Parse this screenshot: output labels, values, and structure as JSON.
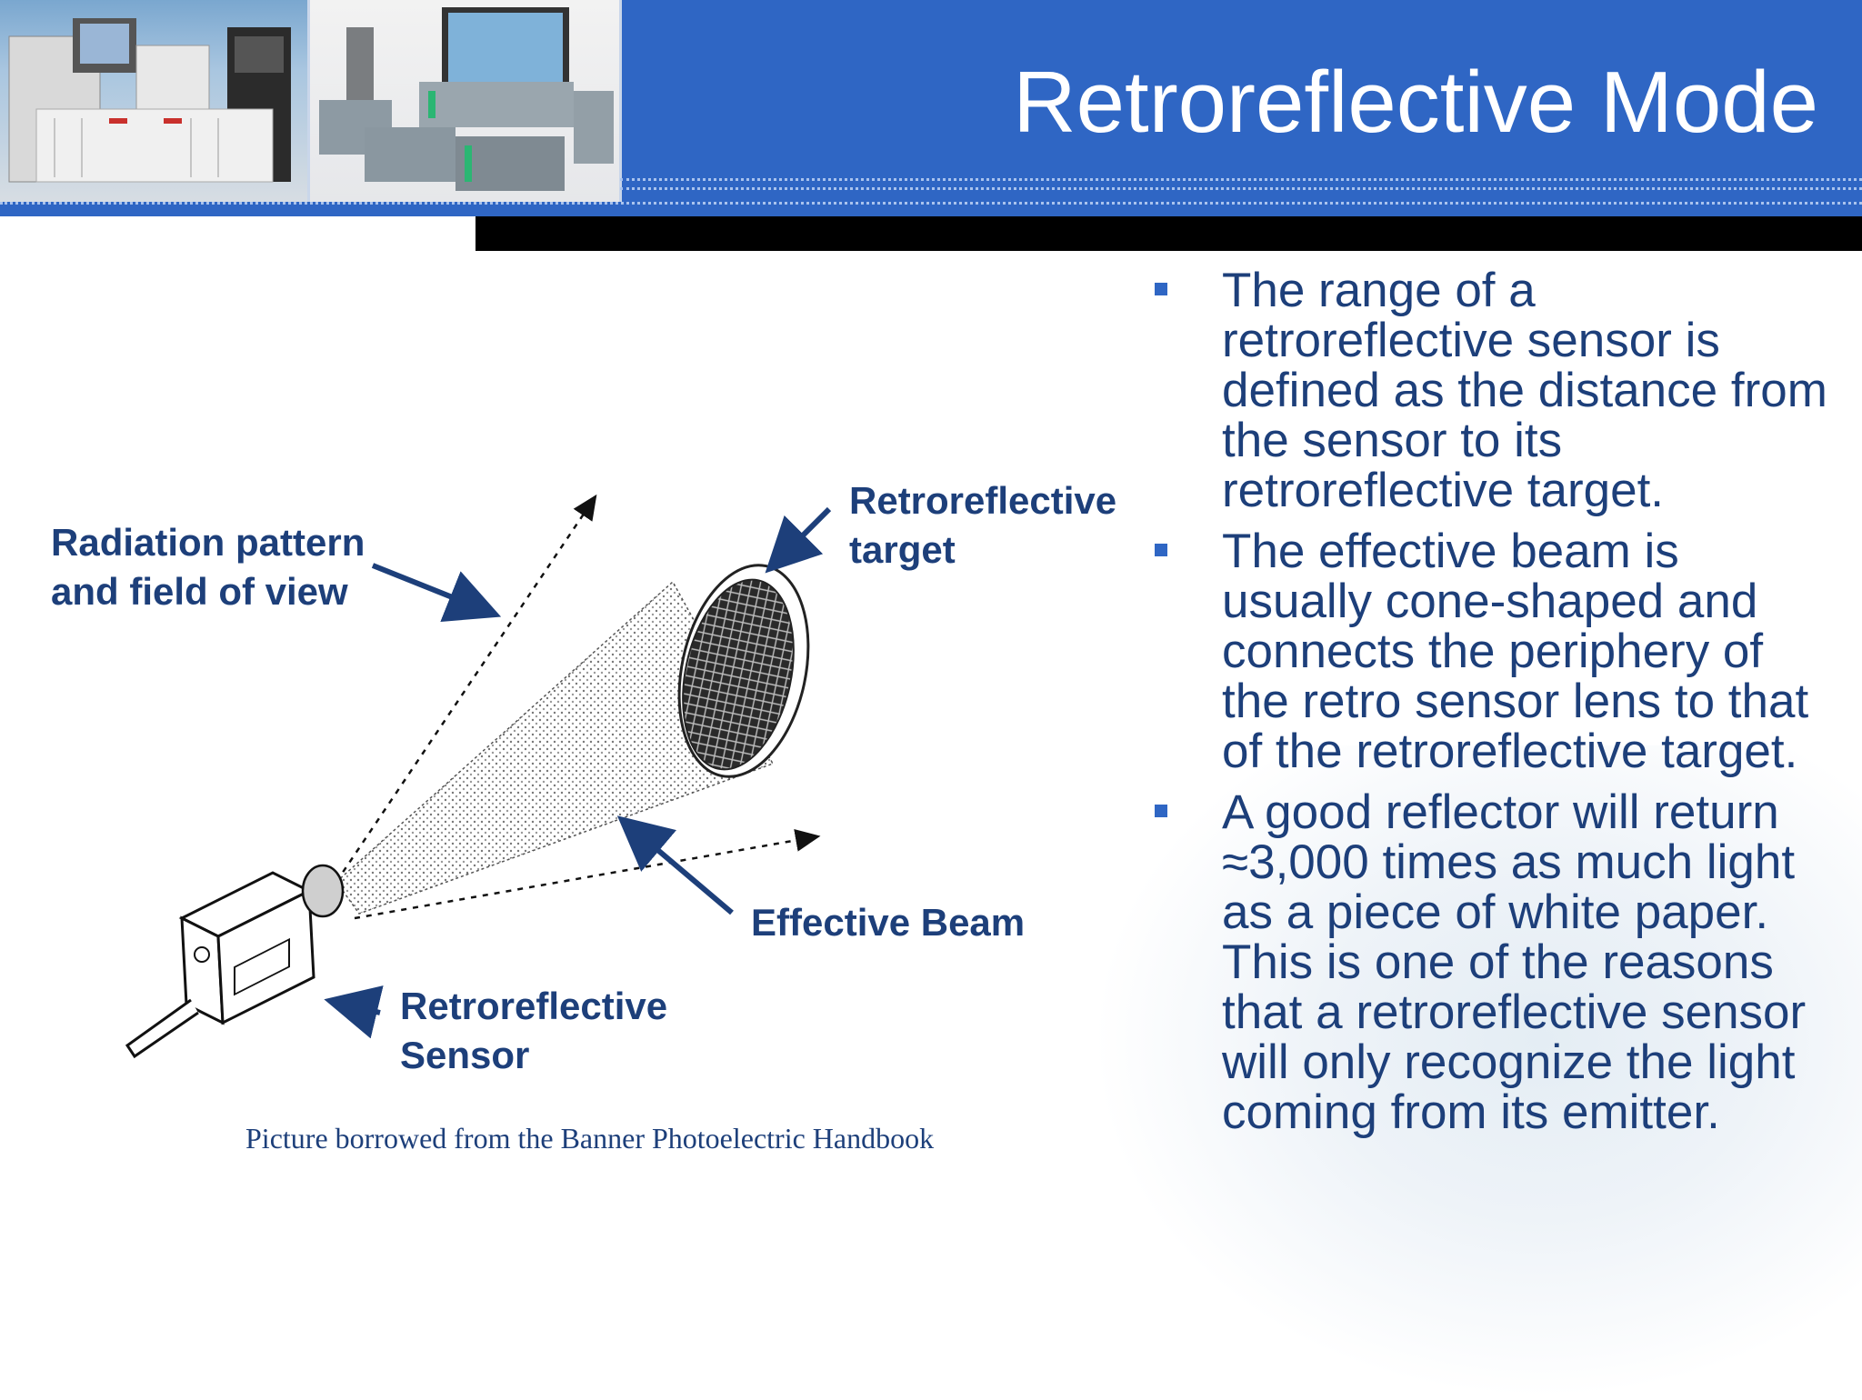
{
  "header": {
    "title": "Retroreflective Mode"
  },
  "figure": {
    "labels": {
      "radiation_line1": "Radiation pattern",
      "radiation_line2": "and field of view",
      "target_line1": "Retroreflective",
      "target_line2": "target",
      "effective_beam": "Effective Beam",
      "sensor_line1": "Retroreflective",
      "sensor_line2": "Sensor"
    },
    "caption": "Picture borrowed from the Banner Photoelectric Handbook"
  },
  "bullets": [
    "The range of a retroreflective sensor is defined as the distance from the sensor to its retroreflective target.",
    "The effective beam is usually cone-shaped and connects the periphery of the retro sensor lens to that of the retroreflective target.",
    "A good reflector will return ≈3,000 times as much light as a piece of white paper. This is one of the reasons that a retroreflective sensor will only recognize the light coming from its emitter."
  ],
  "colors": {
    "header_blue": "#2f66c4",
    "text_navy": "#1d3f7a",
    "bullet_blue": "#2f66c4"
  }
}
